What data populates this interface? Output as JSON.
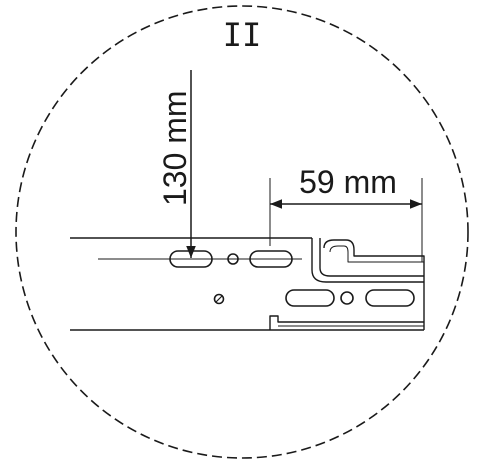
{
  "detail": {
    "label": "II"
  },
  "dimensions": {
    "vertical": "130 mm",
    "horizontal": "59 mm"
  }
}
